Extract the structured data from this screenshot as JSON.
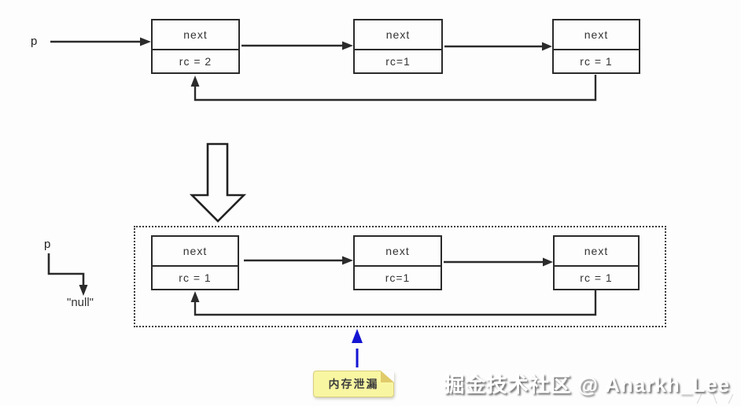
{
  "top_section": {
    "pointer_label": "p",
    "nodes": [
      {
        "top": "next",
        "bottom": "rc = 2"
      },
      {
        "top": "next",
        "bottom": "rc=1"
      },
      {
        "top": "next",
        "bottom": "rc = 1"
      }
    ]
  },
  "bottom_section": {
    "pointer_label": "p",
    "null_label": "\"null\"",
    "nodes": [
      {
        "top": "next",
        "bottom": "rc = 1"
      },
      {
        "top": "next",
        "bottom": "rc=1"
      },
      {
        "top": "next",
        "bottom": "rc = 1"
      }
    ],
    "leak_note_label": "内存泄漏"
  },
  "watermark_text": "掘金技术社区 @ Anarkh_Lee",
  "colors": {
    "line": "#2b2b2b",
    "leak_arrow_blue": "#1414d2",
    "note_background": "#f9f6a2",
    "note_fold": "#e0cb6a"
  }
}
